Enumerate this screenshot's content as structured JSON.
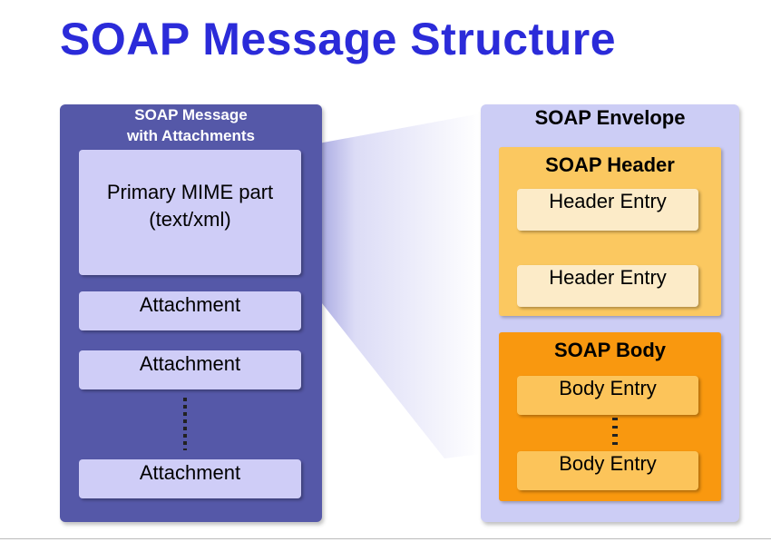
{
  "title": "SOAP Message Structure",
  "left": {
    "title_line1": "SOAP Message",
    "title_line2": "with Attachments",
    "primary_line1": "Primary MIME part",
    "primary_line2": "(text/xml)",
    "attachments": [
      "Attachment",
      "Attachment",
      "Attachment"
    ]
  },
  "envelope": {
    "title": "SOAP Envelope",
    "header": {
      "title": "SOAP Header",
      "entries": [
        "Header Entry",
        "Header Entry"
      ]
    },
    "body": {
      "title": "SOAP Body",
      "entries": [
        "Body Entry",
        "Body Entry"
      ]
    }
  },
  "colors": {
    "title": "#2b2bd9",
    "left_panel": "#5558a8",
    "envelope": "#cccdf5",
    "header": "#fbc860",
    "body": "#f9980f"
  }
}
